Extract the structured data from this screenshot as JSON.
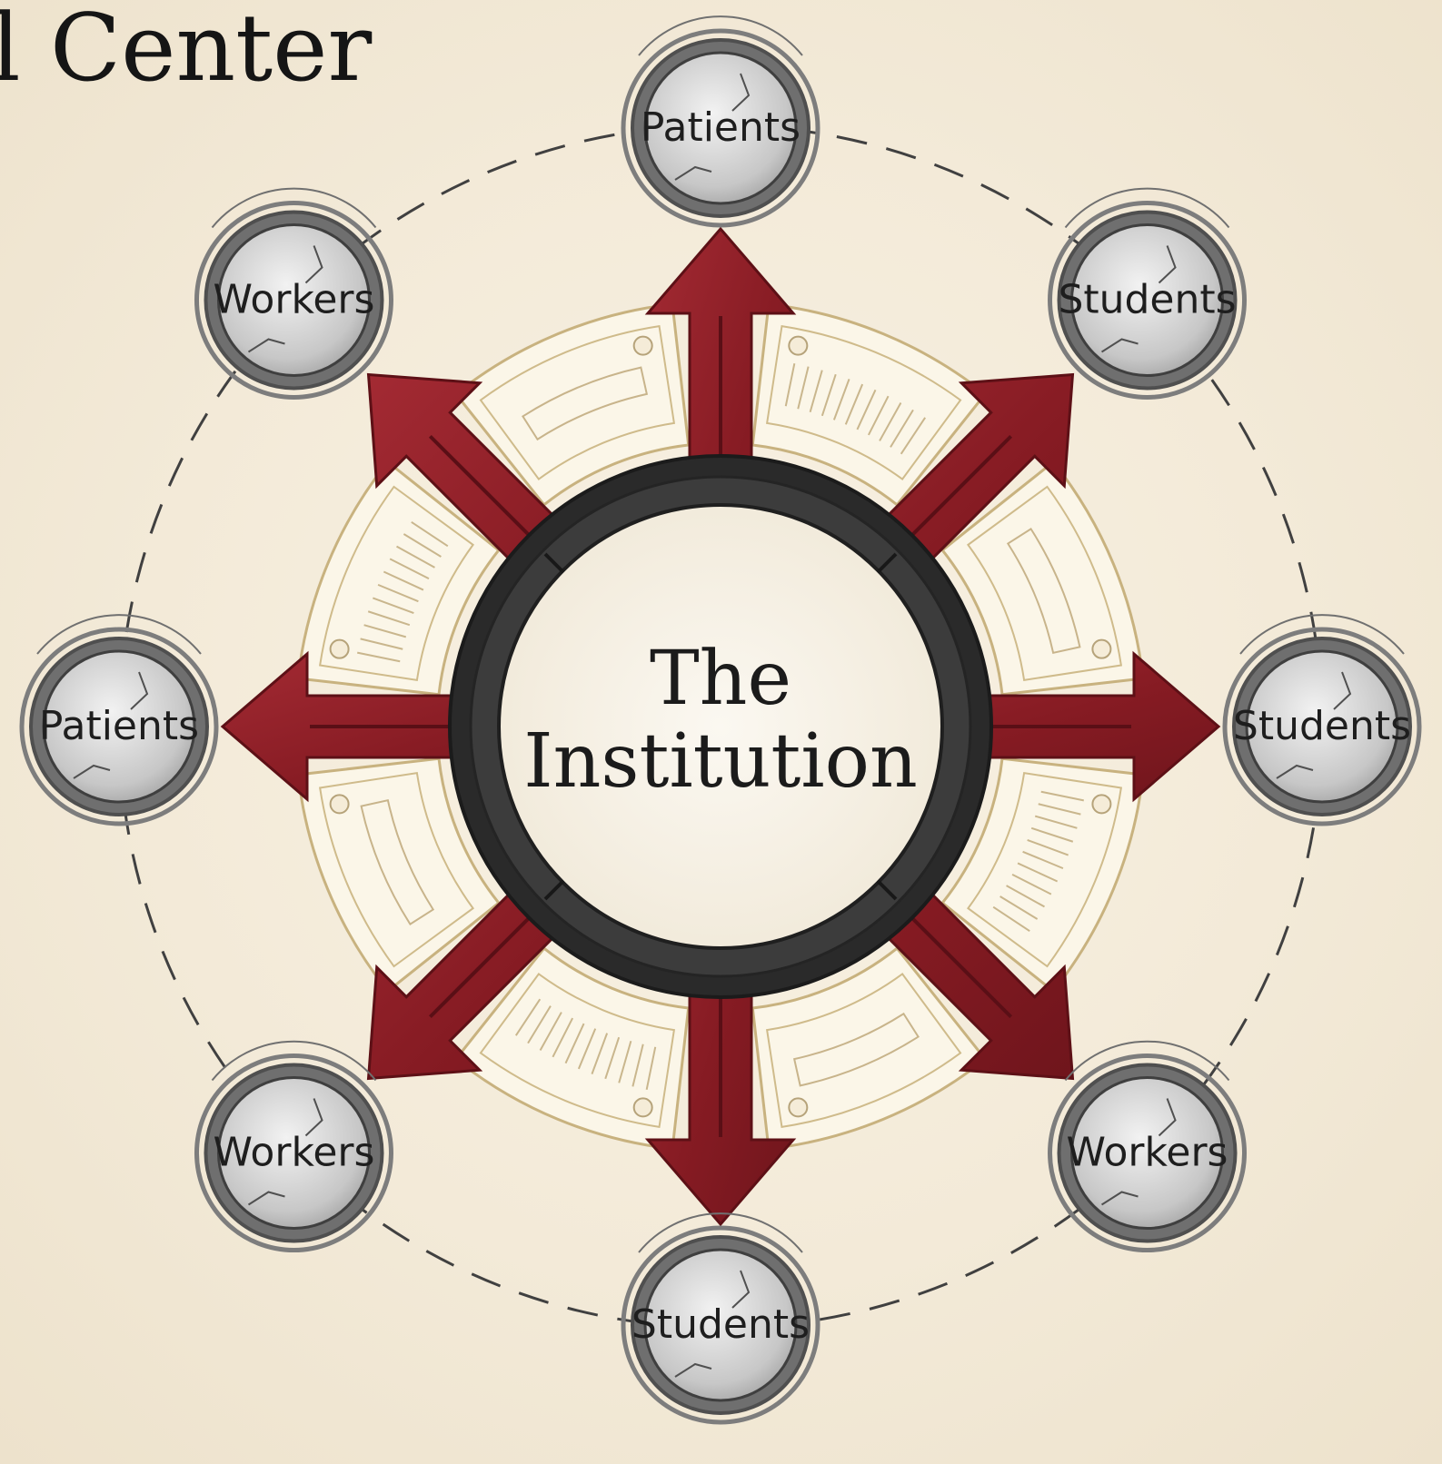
{
  "title": "l Center",
  "center": {
    "line1": "The",
    "line2": "Institution"
  },
  "nodes": [
    {
      "id": "top",
      "label": "Patients"
    },
    {
      "id": "top-right",
      "label": "Students"
    },
    {
      "id": "right",
      "label": "Students"
    },
    {
      "id": "bottom-right",
      "label": "Workers"
    },
    {
      "id": "bottom",
      "label": "Students"
    },
    {
      "id": "bottom-left",
      "label": "Workers"
    },
    {
      "id": "left",
      "label": "Patients"
    },
    {
      "id": "top-left",
      "label": "Workers"
    }
  ],
  "colors": {
    "background": "#f4eddc",
    "arrow_red": "#8f1c24",
    "ring_dark": "#2d2d2d",
    "node_outer": "#707070",
    "node_inner": "#d9d9d9"
  }
}
